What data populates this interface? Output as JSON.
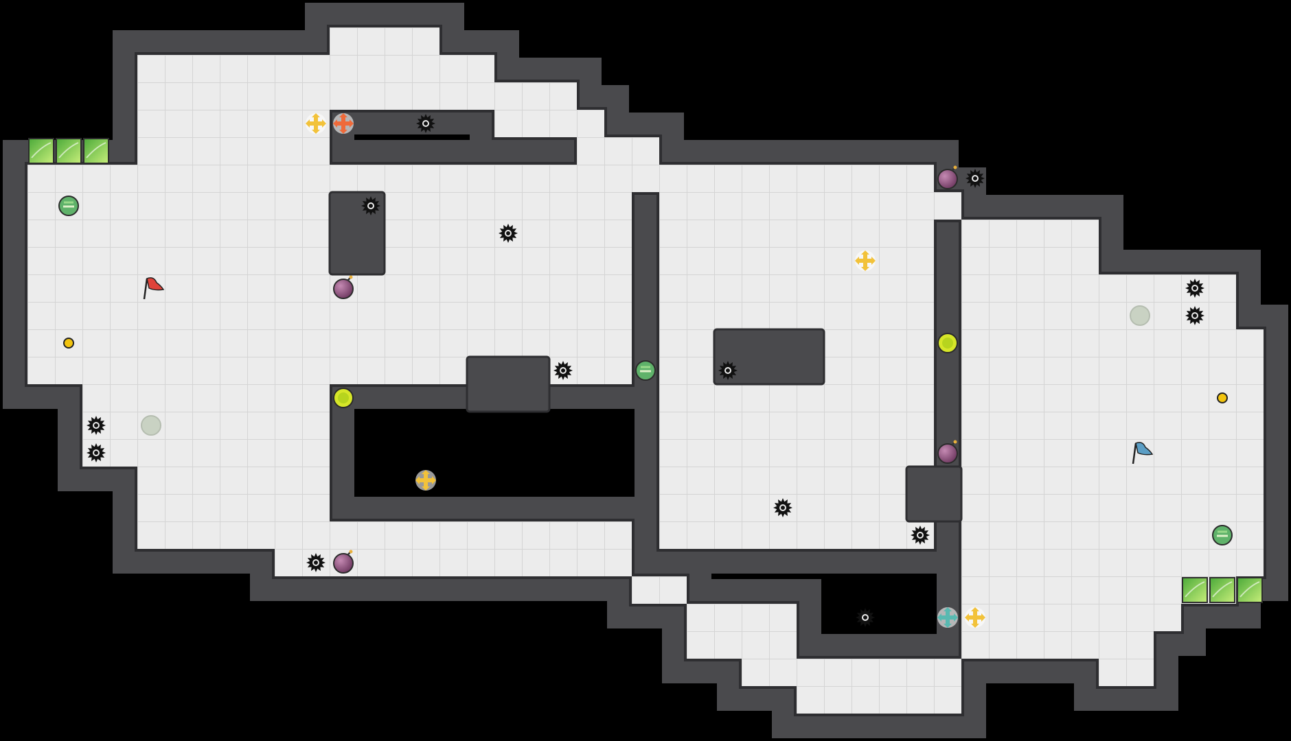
{
  "colors": {
    "background": "#000000",
    "wall": "#4a4a4d",
    "wall_edge": "#2e2e31",
    "floor": "#ececec",
    "grid": "#d6d6d6",
    "spike": "#111111",
    "bomb": "#8a4d78",
    "powerup_green": "#5fb26a",
    "orb_yellow": "#d6e629",
    "gate_green": "#8fd14f",
    "flag_red": "#e0433a",
    "flag_blue": "#5b9ec5",
    "boost_yellow": "#f2c23a",
    "boost_red": "#ef6a3a",
    "boost_teal": "#58b9b1",
    "portal_inactive": "#c9d2c3",
    "coin": "#f2c40f"
  },
  "map": {
    "grid_cols": 47,
    "grid_rows": 27,
    "floor_rects": [
      [
        1,
        6,
        23,
        14
      ],
      [
        5,
        2,
        12,
        20
      ],
      [
        12,
        1,
        16,
        2
      ],
      [
        12,
        2,
        18,
        4
      ],
      [
        18,
        3,
        21,
        5
      ],
      [
        21,
        4,
        22,
        6
      ],
      [
        22,
        5,
        24,
        7
      ],
      [
        24,
        6,
        34,
        20
      ],
      [
        34,
        7,
        35,
        8
      ],
      [
        35,
        8,
        40,
        22
      ],
      [
        40,
        10,
        45,
        22
      ],
      [
        43,
        13,
        46,
        21
      ],
      [
        45,
        12,
        46,
        13
      ],
      [
        3,
        14,
        5,
        17
      ],
      [
        5,
        14,
        7,
        19
      ],
      [
        7,
        17,
        12,
        20
      ],
      [
        12,
        19,
        20,
        21
      ],
      [
        20,
        19,
        23,
        21
      ],
      [
        23,
        21,
        25,
        22
      ],
      [
        25,
        22,
        27,
        24
      ],
      [
        27,
        22,
        29,
        25
      ],
      [
        29,
        24,
        35,
        26
      ],
      [
        35,
        22,
        40,
        24
      ],
      [
        40,
        22,
        42,
        25
      ],
      [
        42,
        21,
        43,
        23
      ],
      [
        10,
        20,
        12,
        21
      ]
    ],
    "wall_blocks": [
      [
        12,
        7,
        14,
        10
      ],
      [
        17,
        13,
        20,
        15
      ],
      [
        26,
        12,
        30,
        14
      ],
      [
        33,
        17,
        35,
        19
      ]
    ]
  },
  "entities": [
    {
      "type": "gate",
      "col": 1,
      "row": 5
    },
    {
      "type": "gate",
      "col": 2,
      "row": 5
    },
    {
      "type": "gate",
      "col": 3,
      "row": 5
    },
    {
      "type": "gate",
      "col": 43,
      "row": 21
    },
    {
      "type": "gate",
      "col": 44,
      "row": 21
    },
    {
      "type": "gate",
      "col": 45,
      "row": 21
    },
    {
      "type": "powerup",
      "col": 2,
      "row": 7
    },
    {
      "type": "powerup",
      "col": 23,
      "row": 13
    },
    {
      "type": "powerup",
      "col": 44,
      "row": 19
    },
    {
      "type": "flag_red",
      "col": 5,
      "row": 10
    },
    {
      "type": "flag_blue",
      "col": 41,
      "row": 16
    },
    {
      "type": "coin",
      "col": 2,
      "row": 12
    },
    {
      "type": "coin",
      "col": 44,
      "row": 14
    },
    {
      "type": "portal_inactive",
      "col": 5,
      "row": 15
    },
    {
      "type": "portal_inactive",
      "col": 41,
      "row": 11
    },
    {
      "type": "orb",
      "col": 12,
      "row": 14
    },
    {
      "type": "orb",
      "col": 34,
      "row": 12
    },
    {
      "type": "bomb",
      "col": 12,
      "row": 10
    },
    {
      "type": "bomb",
      "col": 12,
      "row": 20
    },
    {
      "type": "bomb",
      "col": 34,
      "row": 6
    },
    {
      "type": "bomb",
      "col": 34,
      "row": 16
    },
    {
      "type": "spike",
      "col": 15,
      "row": 4
    },
    {
      "type": "spike",
      "col": 13,
      "row": 7
    },
    {
      "type": "spike",
      "col": 18,
      "row": 8
    },
    {
      "type": "spike",
      "col": 3,
      "row": 15
    },
    {
      "type": "spike",
      "col": 3,
      "row": 16
    },
    {
      "type": "spike",
      "col": 11,
      "row": 20
    },
    {
      "type": "spike",
      "col": 20,
      "row": 13
    },
    {
      "type": "spike",
      "col": 26,
      "row": 13
    },
    {
      "type": "spike",
      "col": 35,
      "row": 6
    },
    {
      "type": "spike",
      "col": 43,
      "row": 10
    },
    {
      "type": "spike",
      "col": 43,
      "row": 11
    },
    {
      "type": "spike",
      "col": 28,
      "row": 18
    },
    {
      "type": "spike",
      "col": 33,
      "row": 19
    },
    {
      "type": "spike",
      "col": 31,
      "row": 22
    },
    {
      "type": "boost_yellow",
      "col": 11,
      "row": 4
    },
    {
      "type": "boost_red",
      "col": 12,
      "row": 4
    },
    {
      "type": "boost_yellow",
      "col": 15,
      "row": 17
    },
    {
      "type": "boost_yellow",
      "col": 31,
      "row": 9
    },
    {
      "type": "boost_teal",
      "col": 34,
      "row": 22
    },
    {
      "type": "boost_yellow",
      "col": 35,
      "row": 22
    }
  ]
}
